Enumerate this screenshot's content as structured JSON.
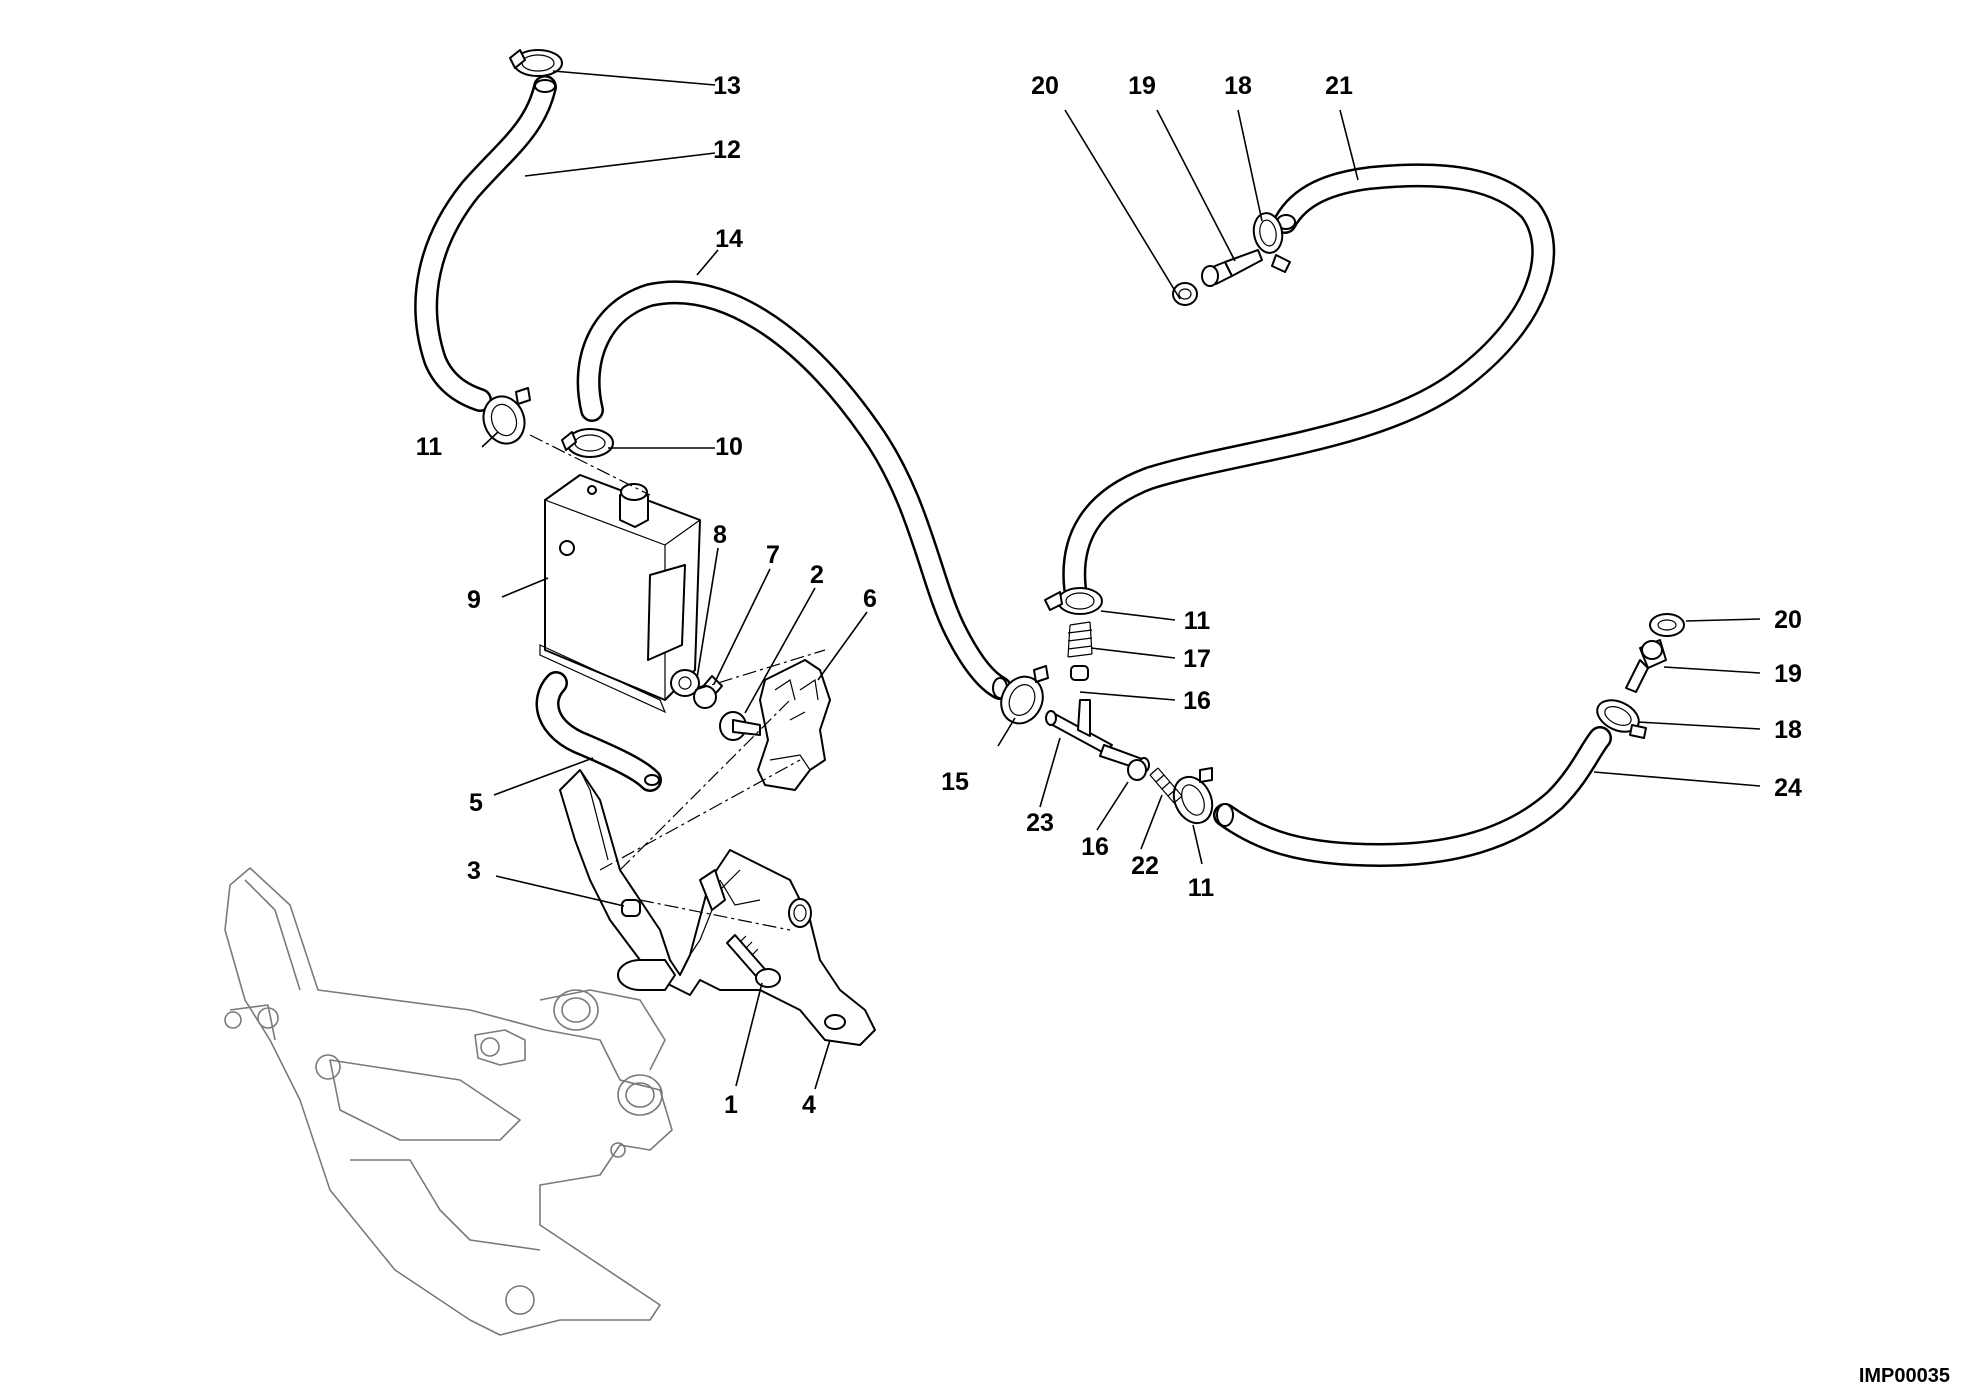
{
  "diagram": {
    "reference_code": "IMP00035",
    "callouts": [
      {
        "id": "c13",
        "text": "13"
      },
      {
        "id": "c12",
        "text": "12"
      },
      {
        "id": "c14",
        "text": "14"
      },
      {
        "id": "c11a",
        "text": "11"
      },
      {
        "id": "c10",
        "text": "10"
      },
      {
        "id": "c9",
        "text": "9"
      },
      {
        "id": "c8",
        "text": "8"
      },
      {
        "id": "c7",
        "text": "7"
      },
      {
        "id": "c2",
        "text": "2"
      },
      {
        "id": "c6",
        "text": "6"
      },
      {
        "id": "c5",
        "text": "5"
      },
      {
        "id": "c3",
        "text": "3"
      },
      {
        "id": "c1",
        "text": "1"
      },
      {
        "id": "c4",
        "text": "4"
      },
      {
        "id": "c20a",
        "text": "20"
      },
      {
        "id": "c19a",
        "text": "19"
      },
      {
        "id": "c18a",
        "text": "18"
      },
      {
        "id": "c21",
        "text": "21"
      },
      {
        "id": "c11b",
        "text": "11"
      },
      {
        "id": "c17",
        "text": "17"
      },
      {
        "id": "c16a",
        "text": "16"
      },
      {
        "id": "c15",
        "text": "15"
      },
      {
        "id": "c23",
        "text": "23"
      },
      {
        "id": "c16b",
        "text": "16"
      },
      {
        "id": "c22",
        "text": "22"
      },
      {
        "id": "c11c",
        "text": "11"
      },
      {
        "id": "c20b",
        "text": "20"
      },
      {
        "id": "c19b",
        "text": "19"
      },
      {
        "id": "c18b",
        "text": "18"
      },
      {
        "id": "c24",
        "text": "24"
      }
    ]
  }
}
